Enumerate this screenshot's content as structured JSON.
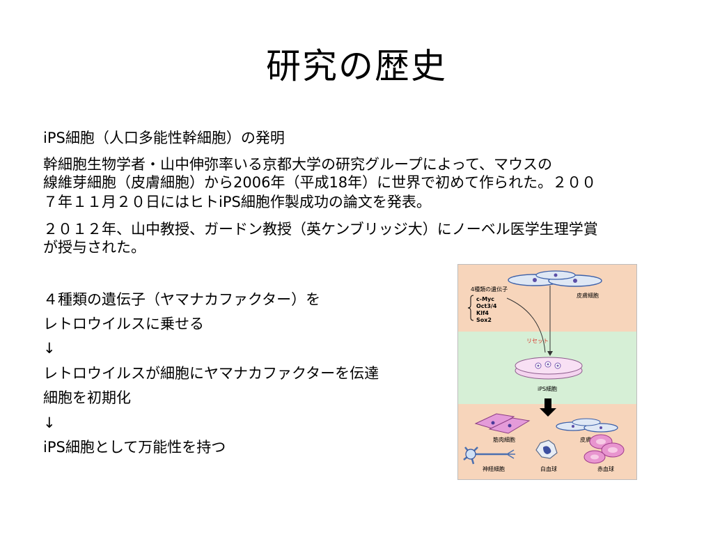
{
  "slide": {
    "title": "研究の歴史",
    "bullets": [
      "iPS細胞（人口多能性幹細胞）の発明",
      "幹細胞生物学者・山中伸弥率いる京都大学の研究グループによって、マウスの",
      "線維芽細胞（皮膚細胞）から2006年（平成18年）に世界で初めて作られた。２００",
      "７年１１月２０日にはヒトiPS細胞作製成功の論文を発表。",
      "２０１２年、山中教授、ガードン教授（英ケンブリッジ大）にノーベル医学生理学賞",
      "が授与された。",
      "４種類の遺伝子（ヤマナカファクター）を",
      "レトロウイルスに乗せる",
      "↓",
      "レトロウイルスが細胞にヤマナカファクターを伝達",
      "細胞を初期化",
      "↓",
      "iPS細胞として万能性を持つ"
    ]
  },
  "figure": {
    "genes_title": "4種類の遺伝子",
    "genes": [
      "c-Myc",
      "Oct3/4",
      "Klf4",
      "Sox2"
    ],
    "skin_cell_label": "皮膚細胞",
    "reset_label": "リセット",
    "ips_label": "iPS細胞",
    "muscle_label": "筋肉細胞",
    "skin_cell_label_2": "皮膚細胞",
    "nerve_label": "神経細胞",
    "wbc_label": "白血球",
    "rbc_label": "赤血球",
    "colors": {
      "peach": "#f7d5bb",
      "green": "#d6efd6",
      "reset_red": "#d9362b",
      "cell_pink": "#e49bd9"
    }
  }
}
